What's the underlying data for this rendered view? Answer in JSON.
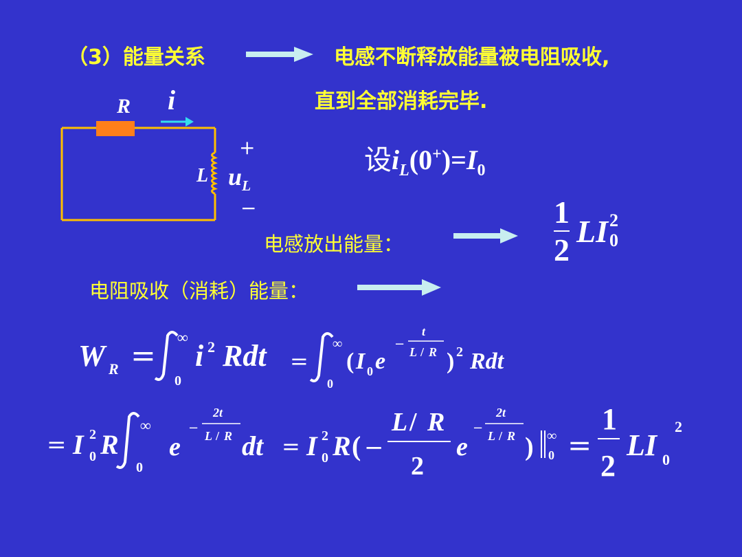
{
  "header": {
    "heading": "（3）能量关系",
    "conclusion_line1": "电感不断释放能量被电阻吸收,",
    "conclusion_line2": "直到全部消耗完毕."
  },
  "circuit": {
    "resistor_label": "R",
    "current_label": "i",
    "inductor_label": "L",
    "voltage_label": "u",
    "voltage_sub": "L",
    "plus_sign": "+",
    "minus_sign": "−"
  },
  "assumption": {
    "prefix": "设",
    "i": "i",
    "i_sub": "L",
    "arg_open": "(0",
    "arg_sup": "+",
    "arg_close": ")=",
    "I": "I",
    "I_sub": "0"
  },
  "inductor_energy": {
    "label": "电感放出能量：",
    "num": "1",
    "den": "2",
    "L": "L",
    "I": "I",
    "sup": "2",
    "sub": "0"
  },
  "resistor_energy": {
    "label": "电阻吸收（消耗）能量："
  },
  "colors": {
    "background": "#3333cc",
    "text_yellow": "#ffff33",
    "arrow": "#c8eef0",
    "wire": "#ffbf00",
    "resistor": "#ff7f1a",
    "current_arrow": "#33ddee"
  }
}
